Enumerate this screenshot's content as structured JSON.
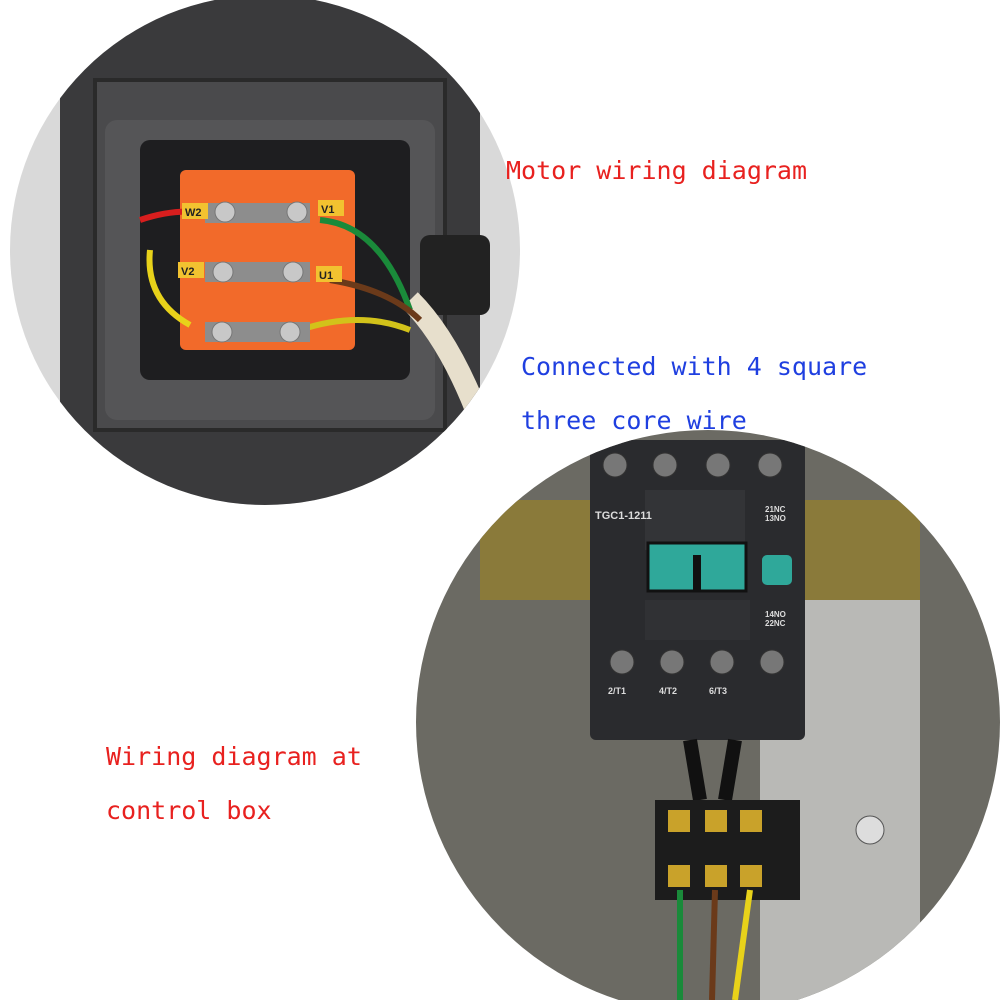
{
  "captions": {
    "motor": "Motor wiring diagram",
    "connected_line1": "Connected with 4 square",
    "connected_line2": "three core wire",
    "control_line1": "Wiring diagram at",
    "control_line2": "control box"
  },
  "motor_photo": {
    "terminal_labels": [
      "W2",
      "V1",
      "V2",
      "U1"
    ]
  },
  "control_photo": {
    "contactor_model": "TGC1-1211",
    "aux_top": [
      "21NC",
      "13NO"
    ],
    "aux_bottom": [
      "14NO",
      "22NC"
    ],
    "terminals": [
      "2/T1",
      "4/T2",
      "6/T3"
    ]
  },
  "colors": {
    "caption_red": "#e8211f",
    "caption_blue": "#1f3fe0",
    "terminal_orange": "#f26a2a",
    "contactor_button": "#2fa89a"
  }
}
